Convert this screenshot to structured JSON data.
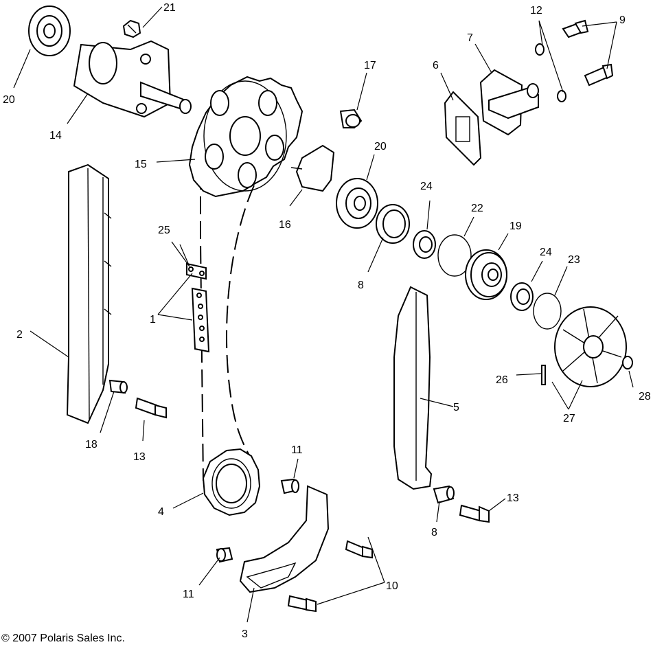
{
  "copyright": "© 2007 Polaris Sales Inc.",
  "callouts": {
    "c1": "1",
    "c2": "2",
    "c3": "3",
    "c4": "4",
    "c5": "5",
    "c6": "6",
    "c7": "7",
    "c8a": "8",
    "c8b": "8",
    "c9": "9",
    "c10": "10",
    "c11a": "11",
    "c11b": "11",
    "c12": "12",
    "c13a": "13",
    "c13b": "13",
    "c14": "14",
    "c15": "15",
    "c16": "16",
    "c17": "17",
    "c18": "18",
    "c19": "19",
    "c20a": "20",
    "c20b": "20",
    "c21": "21",
    "c22": "22",
    "c23": "23",
    "c24a": "24",
    "c24b": "24",
    "c25": "25",
    "c26": "26",
    "c27": "27",
    "c28": "28"
  }
}
